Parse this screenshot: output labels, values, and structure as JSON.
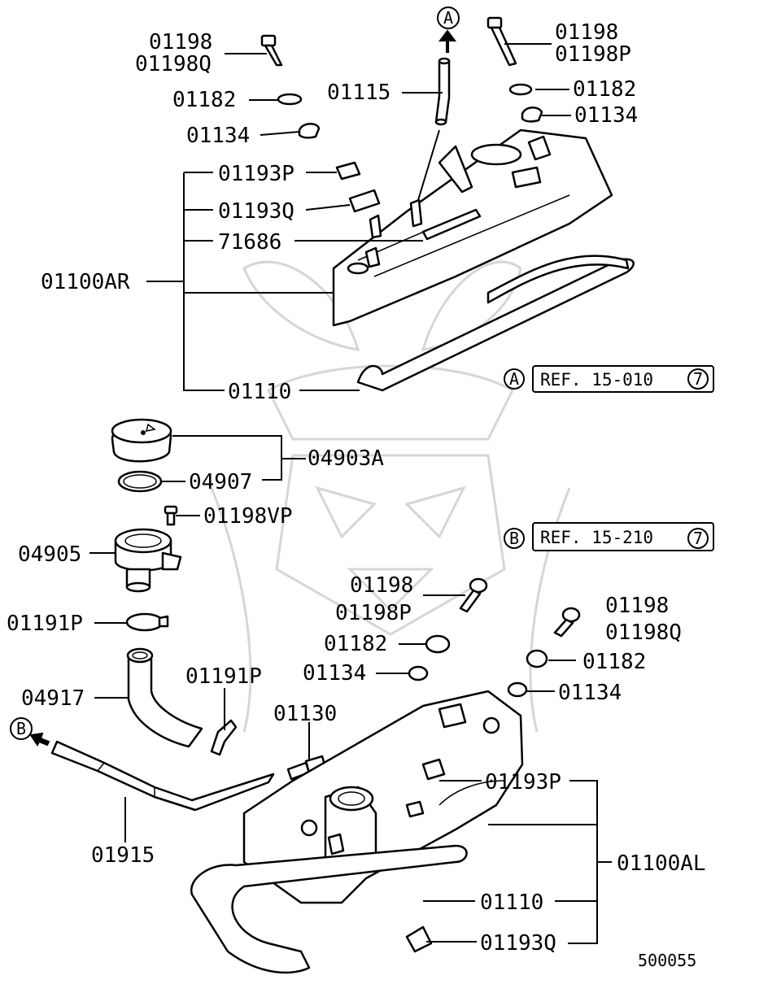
{
  "diagram": {
    "drawing_number": "500055",
    "callouts": {
      "a": "A",
      "b": "B"
    },
    "references": {
      "ref_a": {
        "marker": "A",
        "text": "REF. 15-010",
        "page": "7"
      },
      "ref_b": {
        "marker": "B",
        "text": "REF. 15-210",
        "page": "7"
      }
    },
    "labels": {
      "p01198_tl": "01198",
      "p01198Q_tl": "01198Q",
      "p01182_tl": "01182",
      "p01134_tl": "01134",
      "p01115": "01115",
      "p01198_tr": "01198",
      "p01198P_tr": "01198P",
      "p01182_tr": "01182",
      "p01134_tr": "01134",
      "p01193P_top": "01193P",
      "p01193Q_top": "01193Q",
      "p71686": "71686",
      "p01100AR": "01100AR",
      "p01110_top": "01110",
      "p04903A": "04903A",
      "p04907": "04907",
      "p01198VP": "01198VP",
      "p04905": "04905",
      "p01191P_left": "01191P",
      "p04917": "04917",
      "p01191P_mid": "01191P",
      "p01915": "01915",
      "p01130": "01130",
      "p01198_mid": "01198",
      "p01198P_mid": "01198P",
      "p01182_mid": "01182",
      "p01134_mid": "01134",
      "p01198_r": "01198",
      "p01198Q_r": "01198Q",
      "p01182_r": "01182",
      "p01134_r": "01134",
      "p01193P_bot": "01193P",
      "p01100AL": "01100AL",
      "p01110_bot": "01110",
      "p01193Q_bot": "01193Q"
    }
  }
}
